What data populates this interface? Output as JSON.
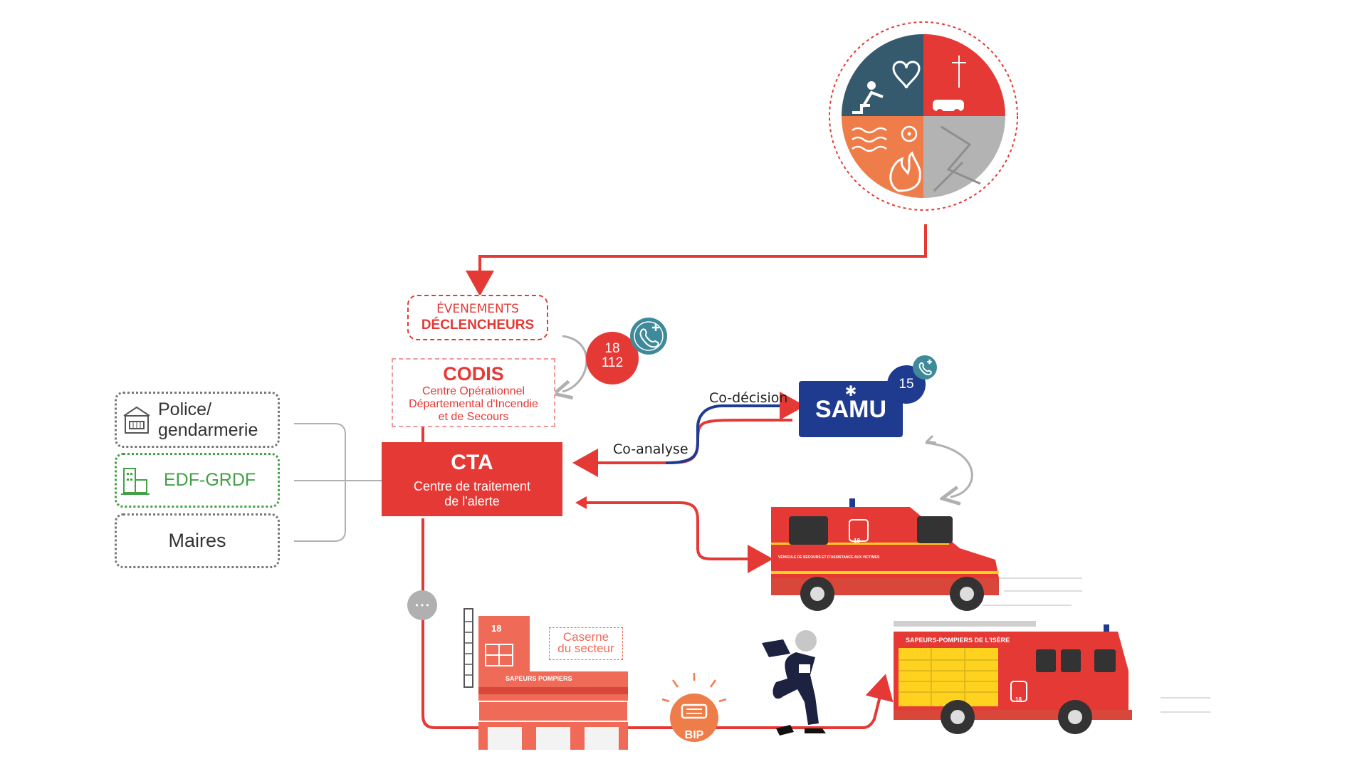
{
  "triggers": {
    "line1": "ÉVENEMENTS",
    "line2": "DÉCLENCHEURS"
  },
  "codis": {
    "title": "CODIS",
    "desc_line1": "Centre Opérationnel",
    "desc_line2": "Départemental d'Incendie",
    "desc_line3": "et de Secours"
  },
  "emergency_numbers": {
    "line1": "18",
    "line2": "112"
  },
  "cta": {
    "title": "CTA",
    "desc_line1": "Centre de traitement",
    "desc_line2": "de l'alerte"
  },
  "samu": {
    "title": "SAMU",
    "number": "15"
  },
  "links": {
    "co_analysis": "Co-analyse",
    "co_decision": "Co-décision"
  },
  "partners": {
    "police_line1": "Police/",
    "police_line2": "gendarmerie",
    "edf": "EDF-GRDF",
    "mayors": "Maires"
  },
  "station": {
    "label_line1": "Caserne",
    "label_line2": "du secteur",
    "sign": "SAPEURS POMPIERS",
    "number": "18"
  },
  "beeper": {
    "label": "BIP"
  },
  "ambulance": {
    "text": "VÉHICULE DE SECOURS ET D'ASSISTANCE AUX VICTIMES",
    "badge": "18"
  },
  "fire_truck": {
    "text": "SAPEURS-POMPIERS DE L'ISÈRE",
    "badge": "18"
  },
  "waiting": {
    "symbol": "• • •"
  },
  "colors": {
    "red": "#e53935",
    "navy": "#1f3b8f",
    "gray": "#b0b0b0",
    "green": "#43a047",
    "orange": "#ef7d4a",
    "teal": "#3f8a9a"
  },
  "icons": {
    "hazards": [
      "heart-icon",
      "car-crash-icon",
      "fall-icon",
      "flood-icon",
      "radiation-icon",
      "fire-icon",
      "landslide-icon"
    ],
    "phone_plus": "phone-medical-icon",
    "police": "police-building-icon",
    "factory": "factory-icon"
  }
}
